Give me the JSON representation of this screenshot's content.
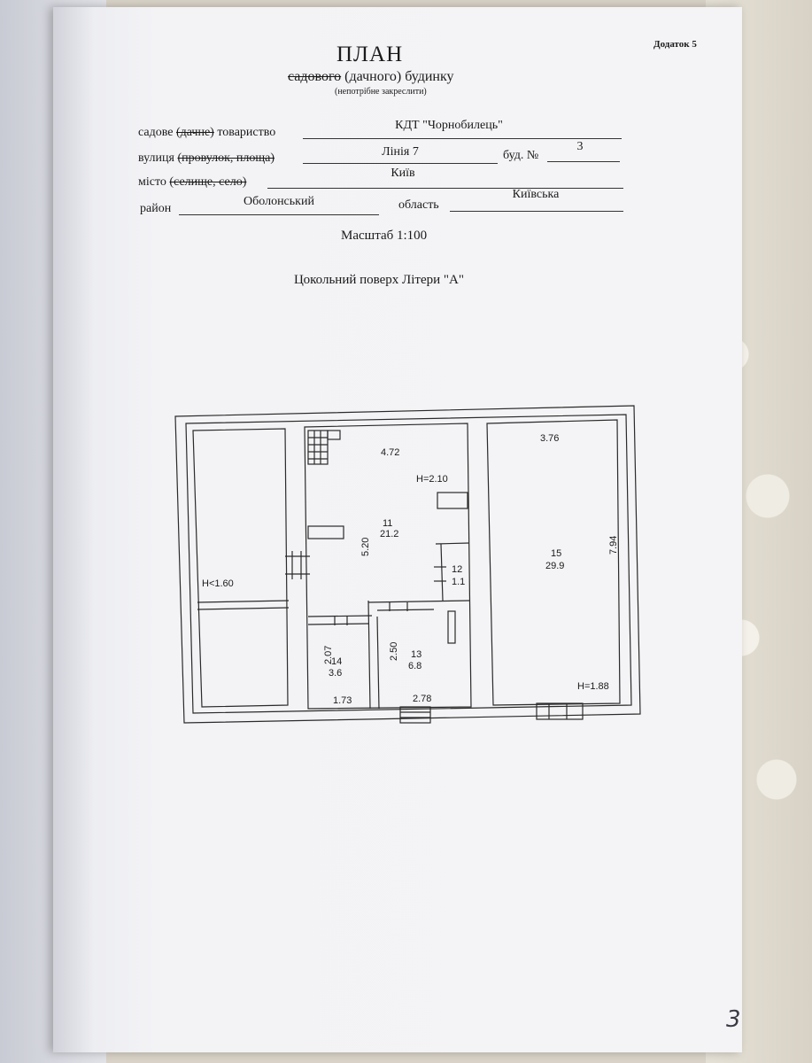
{
  "header": {
    "attachment": "Додаток 5",
    "title": "ПЛАН",
    "subtitle_struck": "садового",
    "subtitle_rest": "(дачного) будинку",
    "note": "(непотрібне закреслити)"
  },
  "fields": {
    "society_label_a": "садове",
    "society_label_struck": "(дачне)",
    "society_label_b": "товариство",
    "society_value": "КДТ \"Чорнобилець\"",
    "street_label_a": "вулиця",
    "street_label_struck": "(провулок, площа)",
    "street_value": "Лінія 7",
    "building_label": "буд. №",
    "building_value": "3",
    "city_label_a": "місто",
    "city_label_struck": "(селище, село)",
    "city_value": "Київ",
    "district_label": "район",
    "district_value": "Оболонський",
    "region_label": "область",
    "region_value": "Київська"
  },
  "scale": "Масштаб 1:100",
  "floor_title": "Цокольний поверх Літери \"А\"",
  "plan": {
    "h_left": "H<1.60",
    "room11": {
      "dim_top": "4.72",
      "height": "H=2.10",
      "number": "11",
      "area": "21.2",
      "dim_side": "5.20"
    },
    "room12": {
      "number": "12",
      "area": "1.1"
    },
    "room13": {
      "number": "13",
      "area": "6.8",
      "dim_side": "2.50",
      "dim_bottom": "2.78"
    },
    "room14": {
      "number": "14",
      "area": "3.6",
      "dim_side": "2.07",
      "dim_bottom": "1.73"
    },
    "room15": {
      "number": "15",
      "area": "29.9",
      "dim_top": "3.76",
      "dim_side": "7.94",
      "height": "H=1.88"
    }
  },
  "page_number": "3"
}
